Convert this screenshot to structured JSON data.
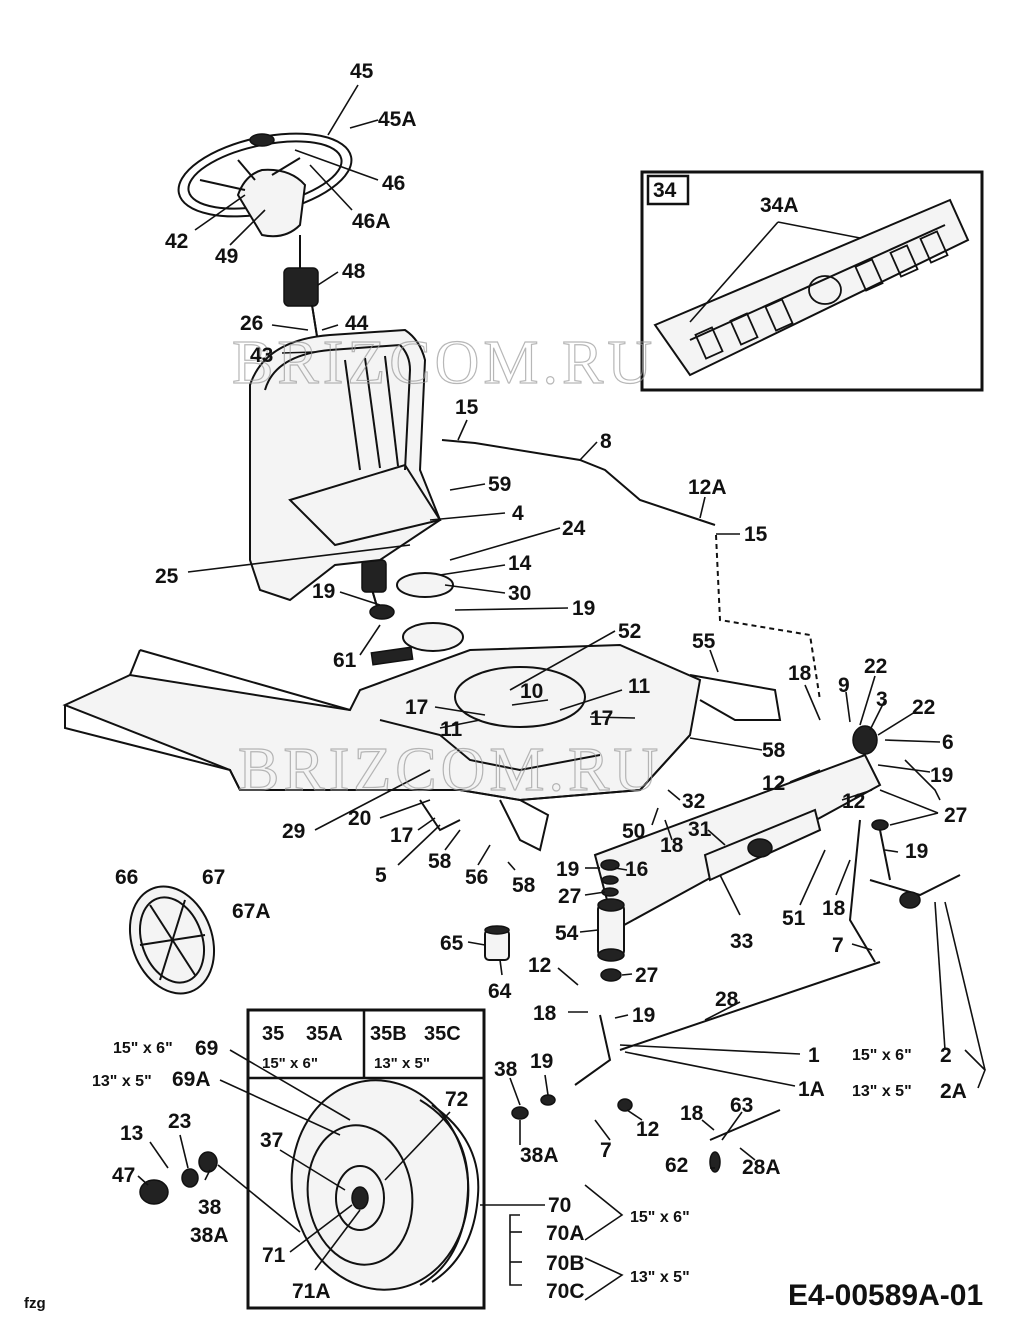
{
  "watermark": "BRIZCOM.RU",
  "footer": {
    "left_text": "fzg",
    "doc_id": "E4-00589A-01"
  },
  "inset_box": {
    "label": "34",
    "sub_label": "34A"
  },
  "wheel_table": {
    "h1a": "35",
    "h1b": "35A",
    "s1": "15\" x 6\"",
    "h2a": "35B",
    "h2b": "35C",
    "s2": "13\" x 5\""
  },
  "size_15x6": "15\" x 6\"",
  "size_13x5": "13\" x 5\"",
  "labels": {
    "l45": "45",
    "l45A": "45A",
    "l46": "46",
    "l46A": "46A",
    "l42": "42",
    "l49": "49",
    "l48": "48",
    "l26": "26",
    "l44": "44",
    "l43": "43",
    "l15a": "15",
    "l8": "8",
    "l12A": "12A",
    "l15b": "15",
    "l59": "59",
    "l4": "4",
    "l24": "24",
    "l25": "25",
    "l14": "14",
    "l30": "30",
    "l19a": "19",
    "l19b": "19",
    "l61": "61",
    "l52": "52",
    "l55": "55",
    "l18a": "18",
    "l9": "9",
    "l22a": "22",
    "l3": "3",
    "l22b": "22",
    "l6": "6",
    "l10": "10",
    "l11a": "11",
    "l17a": "17",
    "l11b": "11",
    "l17b": "17",
    "l58a": "58",
    "l12a": "12",
    "l19c": "19",
    "l12b": "12",
    "l27a": "27",
    "l29": "29",
    "l20": "20",
    "l17c": "17",
    "l32": "32",
    "l31": "31",
    "l50": "50",
    "l18b": "18",
    "l5": "5",
    "l58b": "58",
    "l56": "56",
    "l58c": "58",
    "l19d": "19",
    "l16": "16",
    "l27b": "27",
    "l19e": "19",
    "l51": "51",
    "l18c": "18",
    "l33": "33",
    "l7a": "7",
    "l66": "66",
    "l67": "67",
    "l67A": "67A",
    "l65": "65",
    "l64": "64",
    "l54": "54",
    "l12c": "12",
    "l27c": "27",
    "l28": "28",
    "l18d": "18",
    "l19f": "19",
    "l69": "69",
    "l69A": "69A",
    "l1": "1",
    "l2": "2",
    "l1A": "1A",
    "l2A": "2A",
    "l38a": "38",
    "l19g": "19",
    "l72": "72",
    "l12d": "12",
    "l7b": "7",
    "l18e": "18",
    "l63": "63",
    "l13": "13",
    "l23": "23",
    "l37": "37",
    "l38A": "38A",
    "l47": "47",
    "l38b": "38",
    "l38Ab": "38A",
    "l62": "62",
    "l28A": "28A",
    "l70": "70",
    "l70A": "70A",
    "l70B": "70B",
    "l70C": "70C",
    "l71": "71",
    "l71A": "71A"
  }
}
